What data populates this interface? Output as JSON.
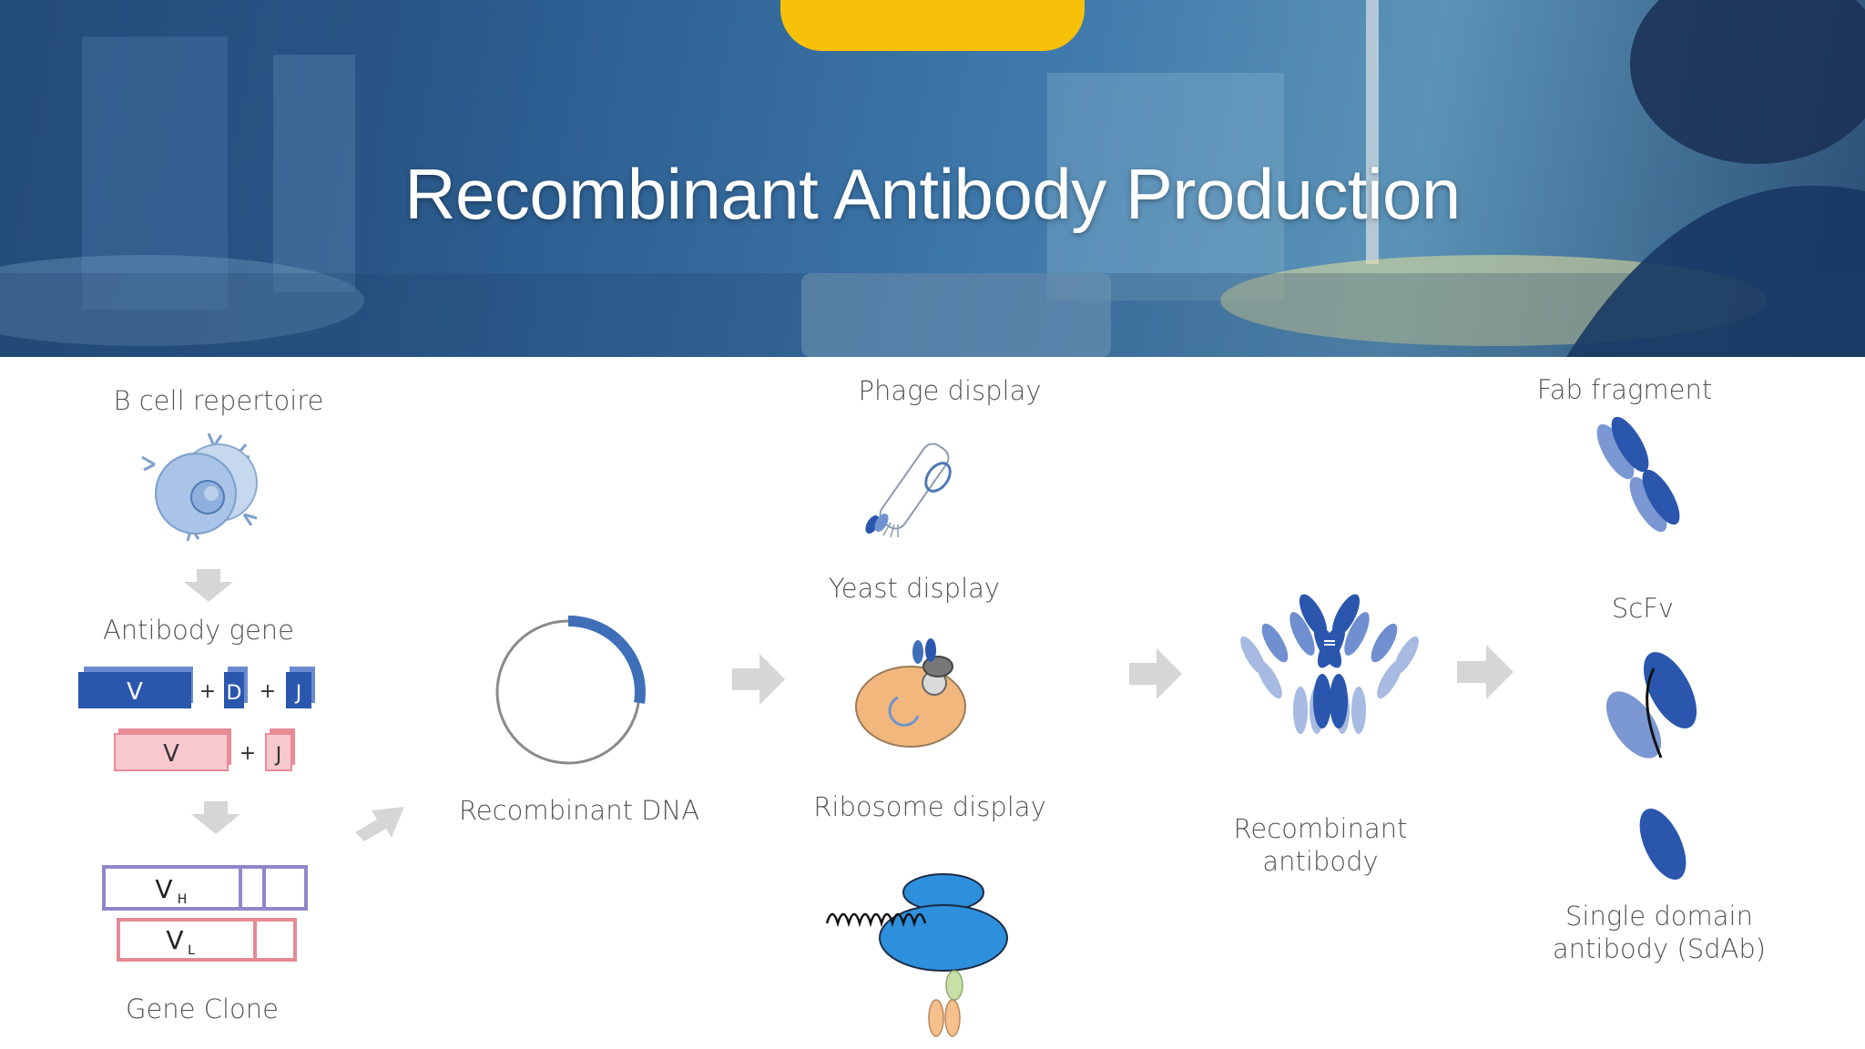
{
  "title": "Recombinant Antibody Production",
  "colors": {
    "accent_tab": "#f7c10a",
    "dark_blue": "#2a56ad",
    "light_blue": "#7b98d3",
    "pink": "#e98a97",
    "arrow_gray": "#d4d4d4"
  },
  "left_column": {
    "b_cell_label": "B cell repertoire",
    "antibody_gene_label": "Antibody gene",
    "gene_segments": {
      "v": "V",
      "d": "D",
      "j": "J",
      "plus": "+"
    },
    "gene_clone": {
      "vh": "V",
      "vh_sub": "H",
      "vl": "V",
      "vl_sub": "L"
    },
    "gene_clone_label": "Gene Clone"
  },
  "recombinant_dna_label": "Recombinant DNA",
  "display_methods": [
    "Phage display",
    "Yeast display",
    "Ribosome display"
  ],
  "recombinant_antibody_label": [
    "Recombinant",
    "antibody"
  ],
  "fragments": {
    "fab": "Fab fragment",
    "scfv": "ScFv",
    "sdab": [
      "Single domain",
      "antibody (SdAb)"
    ]
  }
}
